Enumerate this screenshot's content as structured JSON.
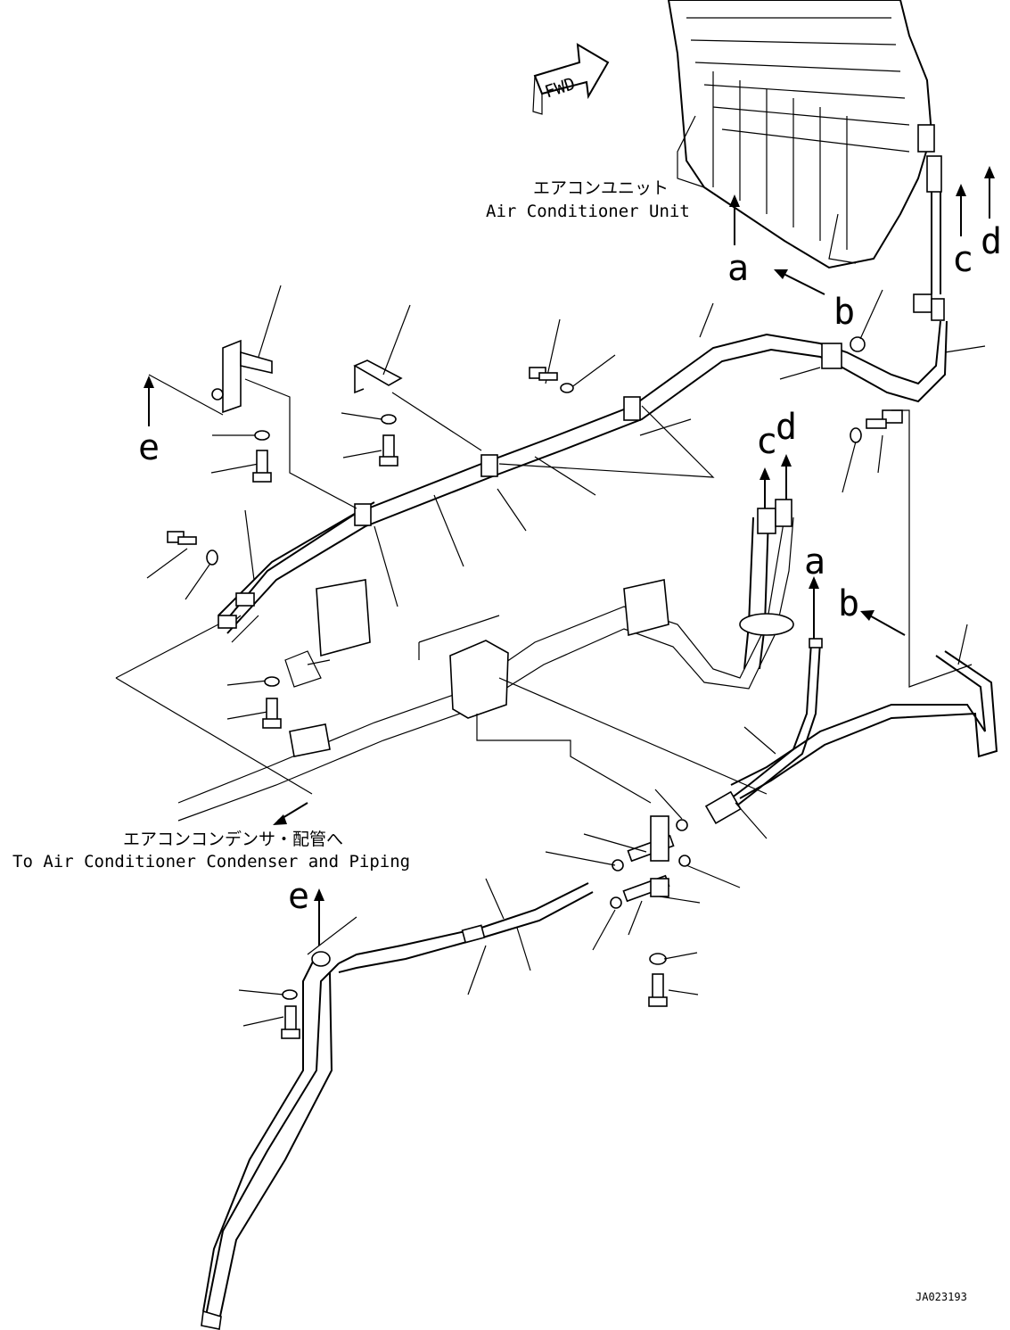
{
  "labels": {
    "ac_unit_jp": "エアコンユニット",
    "ac_unit_en": "Air Conditioner Unit",
    "condenser_jp": "エアコンコンデンサ・配管へ",
    "condenser_en": "To Air Conditioner Condenser and Piping",
    "fwd": "FWD",
    "drawing_code": "JA023193"
  },
  "connection_letters": {
    "a_top": "a",
    "b_top": "b",
    "c_top": "c",
    "d_top": "d",
    "e_left": "e",
    "c_mid": "c",
    "d_mid": "d",
    "a_mid": "a",
    "b_mid": "b",
    "e_bottom": "e"
  },
  "colors": {
    "line": "#000000",
    "background": "#ffffff"
  }
}
